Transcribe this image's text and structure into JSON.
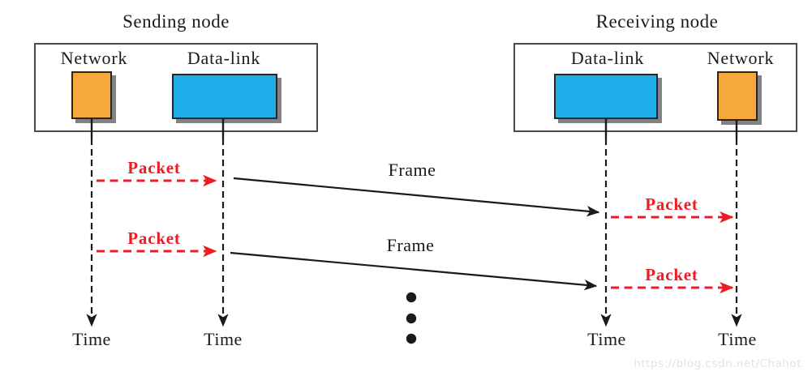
{
  "sending_node": {
    "title": "Sending node",
    "network_label": "Network",
    "datalink_label": "Data-link",
    "network_time": "Time",
    "datalink_time": "Time"
  },
  "receiving_node": {
    "title": "Receiving node",
    "datalink_label": "Data-link",
    "network_label": "Network",
    "datalink_time": "Time",
    "network_time": "Time"
  },
  "transfers": {
    "packet_send_1": "Packet",
    "packet_send_2": "Packet",
    "frame_1": "Frame",
    "frame_2": "Frame",
    "packet_recv_1": "Packet",
    "packet_recv_2": "Packet"
  },
  "watermark": "https://blog.csdn.net/Chahot",
  "colors": {
    "network_layer": "#F7A83C",
    "datalink_layer": "#1EADE8",
    "packet_arrow": "#EC1C24",
    "diagram_line": "#1A1A1A",
    "box_shadow": "#828282"
  }
}
